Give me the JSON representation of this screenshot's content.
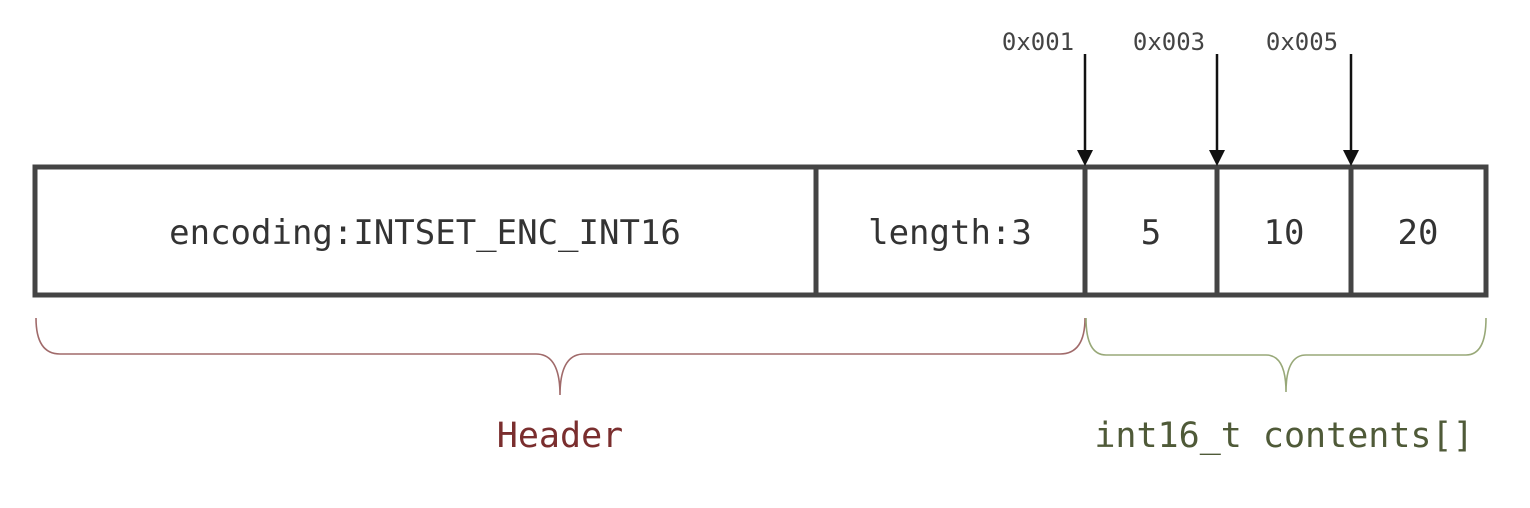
{
  "cells": [
    {
      "id": "encoding",
      "label": "encoding:INTSET_ENC_INT16"
    },
    {
      "id": "length",
      "label": "length:3"
    },
    {
      "id": "element-0",
      "label": "5"
    },
    {
      "id": "element-1",
      "label": "10"
    },
    {
      "id": "element-2",
      "label": "20"
    }
  ],
  "pointers": [
    {
      "label": "0x001",
      "target": "element-0"
    },
    {
      "label": "0x003",
      "target": "element-1"
    },
    {
      "label": "0x005",
      "target": "element-2"
    }
  ],
  "groups": {
    "header": {
      "label": "Header",
      "color": "#7a2e2e"
    },
    "contents": {
      "label": "int16_t contents[]",
      "color": "#4f5a38"
    }
  }
}
